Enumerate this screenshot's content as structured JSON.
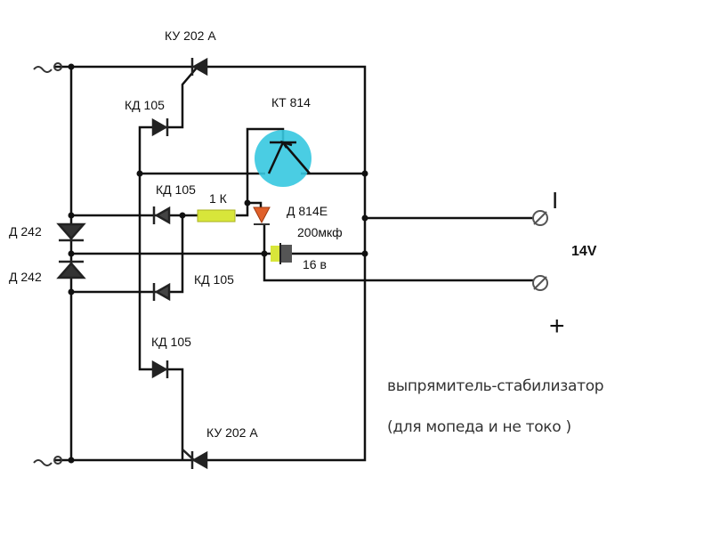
{
  "components": {
    "thyristor_top": "КУ 202 А",
    "thyristor_bottom": "КУ 202 А",
    "diode_1": "КД 105",
    "diode_2": "КД 105",
    "diode_3": "КД 105",
    "diode_4": "КД 105",
    "transistor": "КТ 814",
    "resistor": "1 К",
    "zener": "Д 814Е",
    "capacitor_value": "200мкф",
    "capacitor_voltage": "16 в",
    "power_diode_1": "Д 242",
    "power_diode_2": "Д 242"
  },
  "output": {
    "minus_mark": "I",
    "voltage": "14V",
    "plus_mark": "+"
  },
  "caption": {
    "title": "выпрямитель-стабилизатор",
    "subtitle": "(для мопеда и не токо )"
  },
  "colors": {
    "wire": "#111111",
    "transistor": "#36c8e0",
    "resistor": "#d8e63a",
    "zener": "#e0602a"
  }
}
